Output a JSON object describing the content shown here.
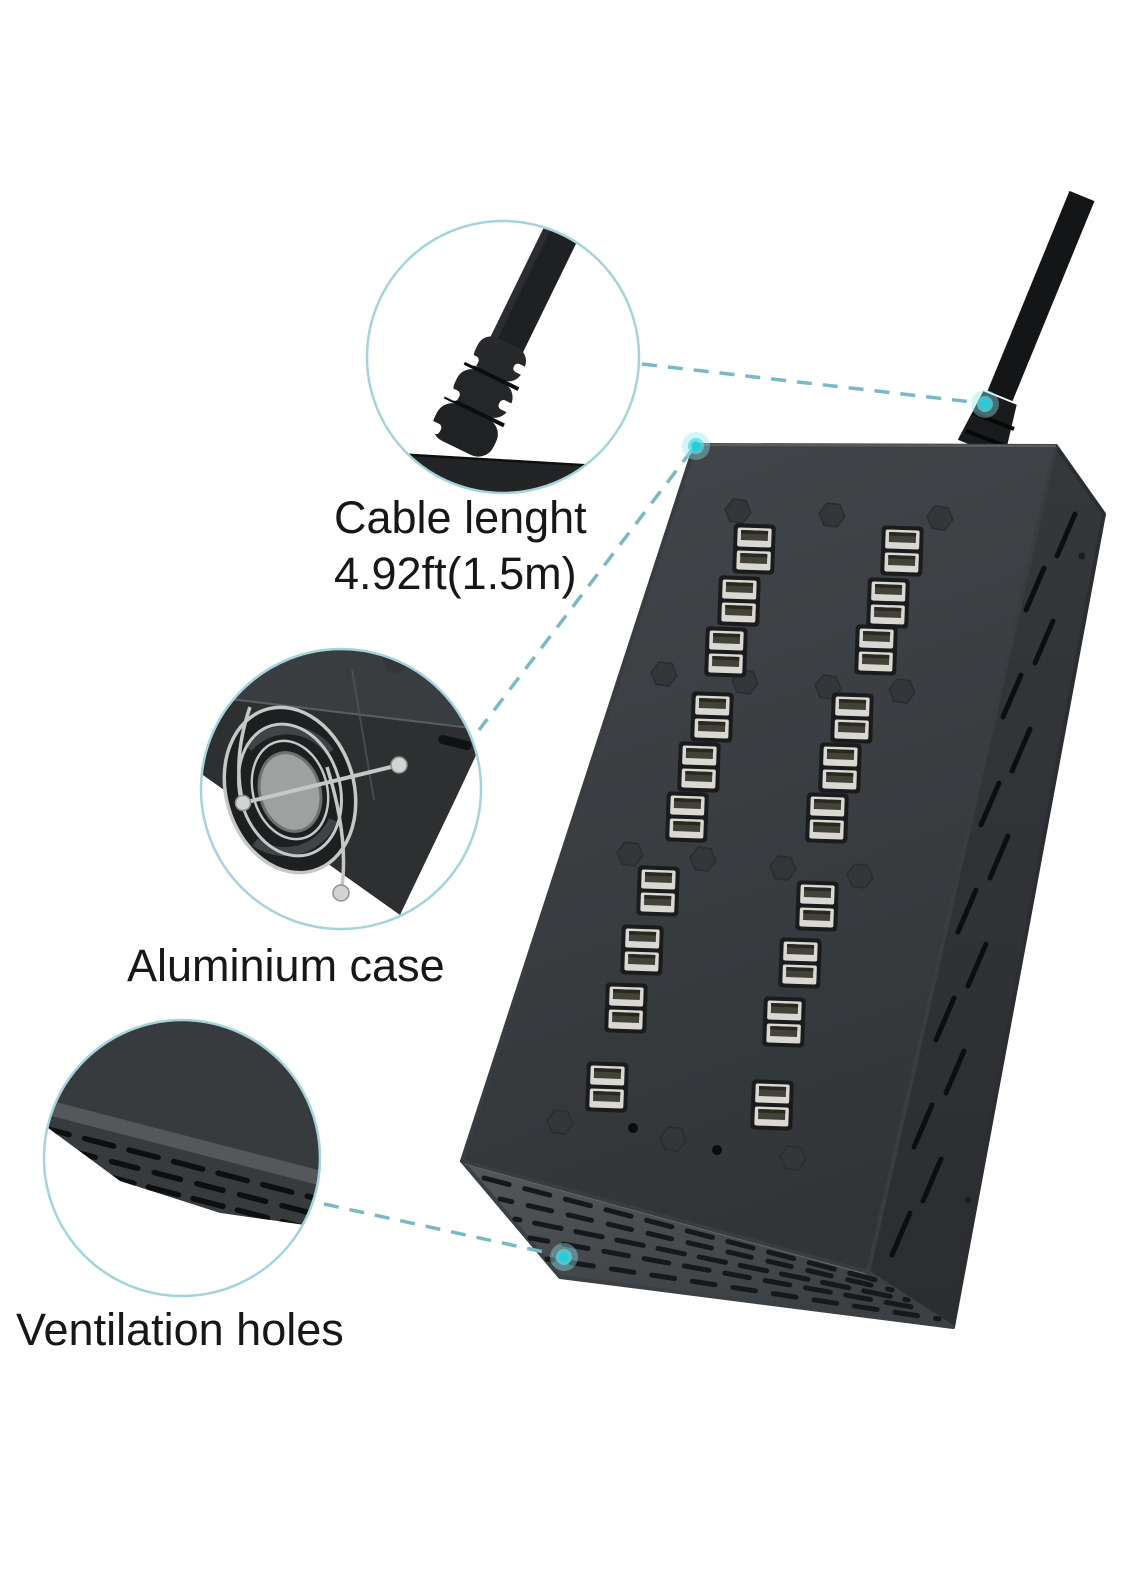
{
  "figure": {
    "type": "annotated-product-photo",
    "subject": "multi-port USB charging hub",
    "usb_port_blocks_visible": 20,
    "usb_ports_total": 40,
    "port_columns": 2,
    "led_indicator_dots": 2
  },
  "callouts": [
    {
      "id": "cable-length",
      "line1": "Cable lenght",
      "line2": "4.92ft(1.5m)"
    },
    {
      "id": "aluminium-case",
      "label": "Aluminium case"
    },
    {
      "id": "ventilation-holes",
      "label": "Ventilation holes"
    }
  ],
  "colors": {
    "background": "#ffffff",
    "text": "#171717",
    "dash_line": "#7ab8c4",
    "glow_dot": "#3ed8e1",
    "circle_border": "#a5d3dc",
    "case_gray": "#3a3d40",
    "port_silver": "#d9d8d3"
  }
}
